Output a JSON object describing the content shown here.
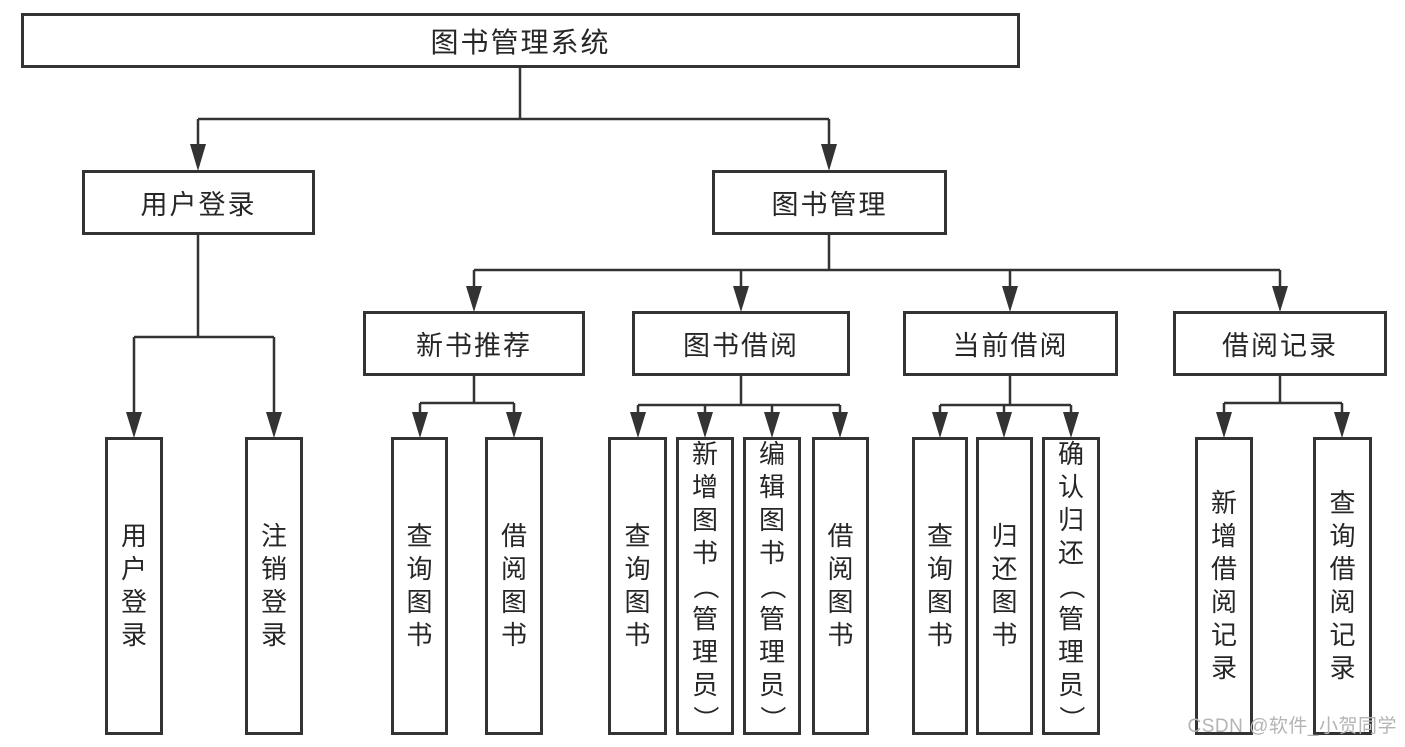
{
  "title": {
    "label": "图书管理系统"
  },
  "level2": {
    "user_login": {
      "label": "用户登录"
    },
    "book_management": {
      "label": "图书管理"
    }
  },
  "level3": {
    "new_book_recommendation": {
      "label": "新书推荐"
    },
    "book_borrowing": {
      "label": "图书借阅"
    },
    "current_borrowing": {
      "label": "当前借阅"
    },
    "borrowing_records": {
      "label": "借阅记录"
    }
  },
  "leaves": {
    "user_login": [
      "用户登录",
      "注销登录"
    ],
    "new_book_recommendation": [
      "查询图书",
      "借阅图书"
    ],
    "book_borrowing": [
      "查询图书",
      "新增图书（管理员）",
      "编辑图书（管理员）",
      "借阅图书"
    ],
    "current_borrowing": [
      "查询图书",
      "归还图书",
      "确认归还（管理员）"
    ],
    "borrowing_records": [
      "新增借阅记录",
      "查询借阅记录"
    ]
  },
  "watermark": "CSDN @软件_小贺同学",
  "colors": {
    "line": "#333333",
    "text": "#262626",
    "watermark": "#b4b4b4",
    "background": "#ffffff"
  }
}
